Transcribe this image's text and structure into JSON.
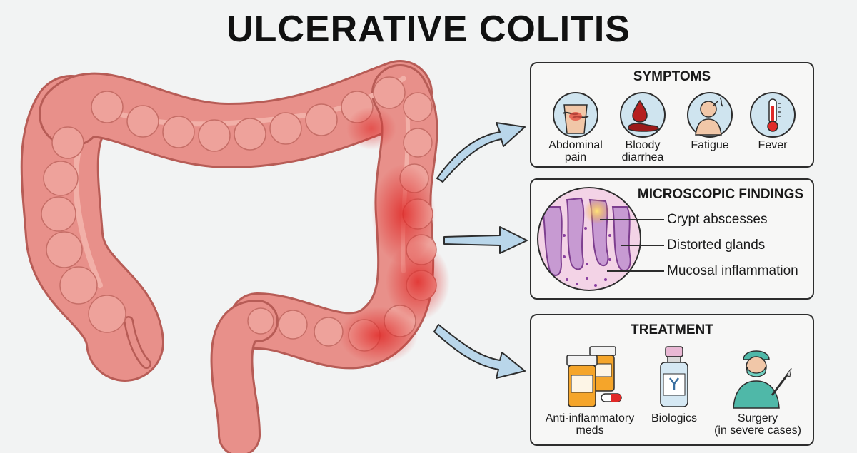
{
  "title": "ULCERATIVE COLITIS",
  "symptoms": {
    "heading": "SYMPTOMS",
    "items": [
      {
        "icon": "abdominal-pain-icon",
        "line1": "Abdominal",
        "line2": "pain"
      },
      {
        "icon": "blood-drop-icon",
        "line1": "Bloody",
        "line2": "diarrhea"
      },
      {
        "icon": "tired-person-icon",
        "line1": "Fatigue",
        "line2": ""
      },
      {
        "icon": "thermometer-icon",
        "line1": "Fever",
        "line2": ""
      }
    ]
  },
  "microscopic": {
    "heading": "MICROSCOPIC FINDINGS",
    "findings": [
      "Crypt abscesses",
      "Distorted glands",
      "Mucosal inflammation"
    ]
  },
  "treatment": {
    "heading": "TREATMENT",
    "items": [
      {
        "icon": "pill-bottles-icon",
        "line1": "Anti-inflammatory",
        "line2": "meds"
      },
      {
        "icon": "biologic-vial-icon",
        "line1": "Biologics",
        "line2": ""
      },
      {
        "icon": "surgeon-icon",
        "line1": "Surgery",
        "line2": "(in severe cases)"
      }
    ]
  },
  "colors": {
    "background": "#f2f3f3",
    "colon": "#e8908a",
    "colon_outline": "#b75c56",
    "inflammation": "#e02a28",
    "arrow": "#b9d6ea",
    "panel_border": "#2d2d2d"
  }
}
